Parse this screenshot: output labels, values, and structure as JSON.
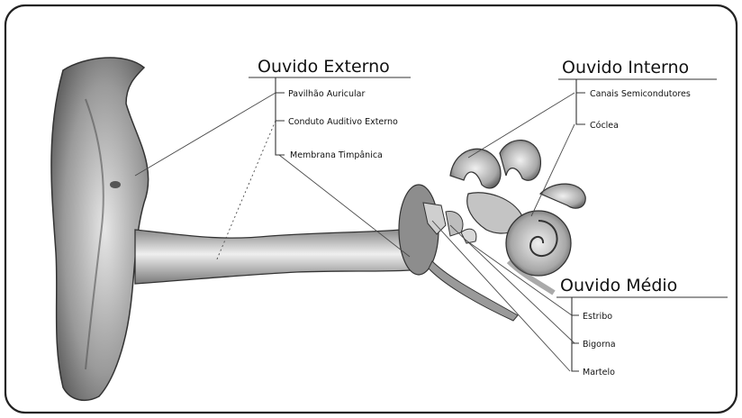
{
  "diagram": {
    "groups": [
      {
        "id": "externo",
        "title": "Ouvido Externo",
        "items": [
          "Pavilhão Auricular",
          "Conduto Auditivo Externo",
          "Membrana Timpânica"
        ]
      },
      {
        "id": "interno",
        "title": "Ouvido Interno",
        "items": [
          "Canais Semicondutores",
          "Cóclea"
        ]
      },
      {
        "id": "medio",
        "title": "Ouvido Médio",
        "items": [
          "Estribo",
          "Bigorna",
          "Martelo"
        ]
      }
    ]
  }
}
